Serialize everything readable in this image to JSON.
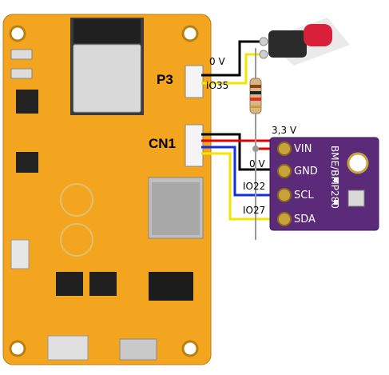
{
  "labels": {
    "p3": "P3",
    "cn1": "CN1",
    "v0_top": "0 V",
    "io35": "IO35",
    "v33": "3,3 V",
    "v0_mid": "0 V",
    "io22": "IO22",
    "io27": "IO27"
  },
  "sensor": {
    "name": "BME/BMP280",
    "pins": [
      "VIN",
      "GND",
      "SCL",
      "SDA"
    ]
  },
  "colors": {
    "board": "#f3a51f",
    "sensor": "#5b2a78",
    "wire_black": "#000000",
    "wire_red": "#e30000",
    "wire_blue": "#1030e0",
    "wire_yellow": "#f5e400",
    "button_red": "#d8203a"
  }
}
